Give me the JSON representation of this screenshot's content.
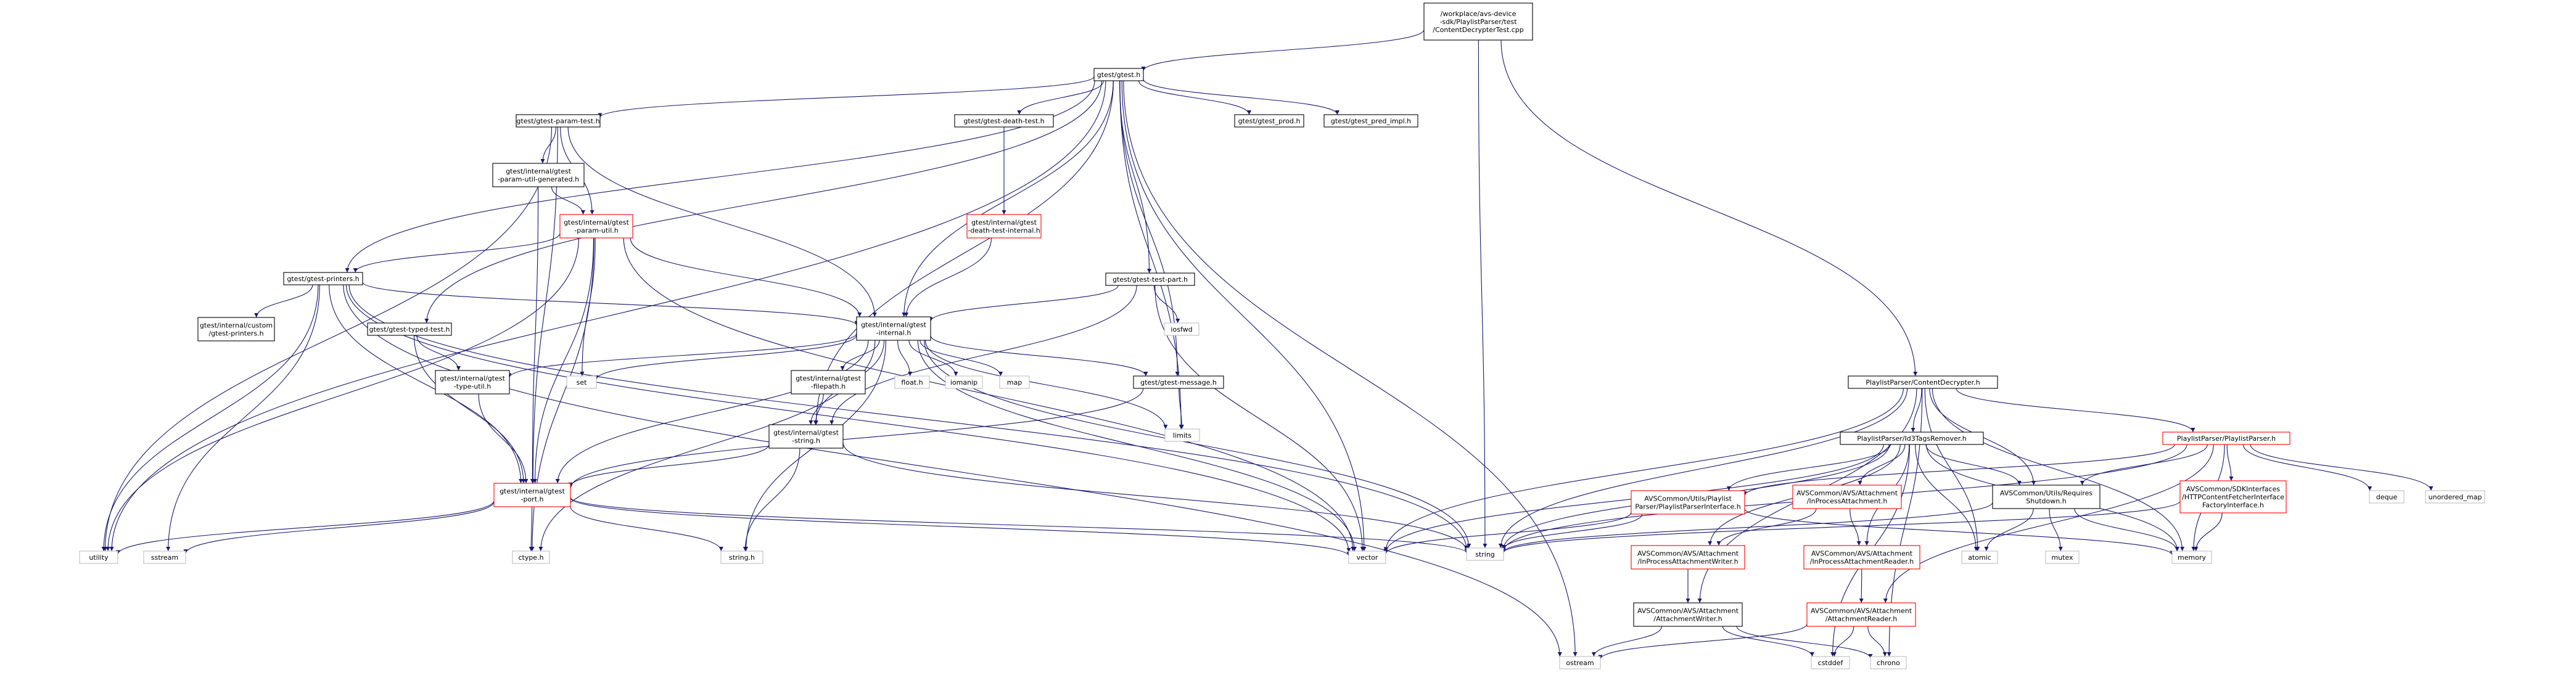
{
  "colors": {
    "edge": "#191970",
    "border_normal": "#000000",
    "border_truncated": "#ff0000",
    "border_external": "#bfbfbf",
    "fill_root": "#bfbfbf",
    "fill_default": "#ffffff"
  },
  "nodes": [
    {
      "id": "root",
      "kind": "root",
      "lines": [
        "/workplace/avs-device",
        "-sdk/PlaylistParser/test",
        "/ContentDecrypterTest.cpp"
      ]
    },
    {
      "id": "gtest",
      "kind": "normal",
      "lines": [
        "gtest/gtest.h"
      ]
    },
    {
      "id": "paramtest",
      "kind": "normal",
      "lines": [
        "gtest/gtest-param-test.h"
      ]
    },
    {
      "id": "deathtest",
      "kind": "normal",
      "lines": [
        "gtest/gtest-death-test.h"
      ]
    },
    {
      "id": "prod",
      "kind": "normal",
      "lines": [
        "gtest/gtest_prod.h"
      ]
    },
    {
      "id": "predimpl",
      "kind": "normal",
      "lines": [
        "gtest/gtest_pred_impl.h"
      ]
    },
    {
      "id": "paramutilgen",
      "kind": "normal",
      "lines": [
        "gtest/internal/gtest",
        "-param-util-generated.h"
      ]
    },
    {
      "id": "paramutil",
      "kind": "truncated",
      "lines": [
        "gtest/internal/gtest",
        "-param-util.h"
      ]
    },
    {
      "id": "deathinternal",
      "kind": "truncated",
      "lines": [
        "gtest/internal/gtest",
        "-death-test-internal.h"
      ]
    },
    {
      "id": "testpart",
      "kind": "normal",
      "lines": [
        "gtest/gtest-test-part.h"
      ]
    },
    {
      "id": "iosfwd",
      "kind": "external",
      "lines": [
        "iosfwd"
      ]
    },
    {
      "id": "printers",
      "kind": "normal",
      "lines": [
        "gtest/gtest-printers.h"
      ]
    },
    {
      "id": "customprinters",
      "kind": "normal",
      "lines": [
        "gtest/internal/custom",
        "/gtest-printers.h"
      ]
    },
    {
      "id": "typedtest",
      "kind": "normal",
      "lines": [
        "gtest/gtest-typed-test.h"
      ]
    },
    {
      "id": "internal",
      "kind": "normal",
      "lines": [
        "gtest/internal/gtest",
        "-internal.h"
      ]
    },
    {
      "id": "set",
      "kind": "external",
      "lines": [
        "set"
      ]
    },
    {
      "id": "typeutil",
      "kind": "normal",
      "lines": [
        "gtest/internal/gtest",
        "-type-util.h"
      ]
    },
    {
      "id": "filepath",
      "kind": "normal",
      "lines": [
        "gtest/internal/gtest",
        "-filepath.h"
      ]
    },
    {
      "id": "floath",
      "kind": "external",
      "lines": [
        "float.h"
      ]
    },
    {
      "id": "iomanip",
      "kind": "external",
      "lines": [
        "iomanip"
      ]
    },
    {
      "id": "map",
      "kind": "external",
      "lines": [
        "map"
      ]
    },
    {
      "id": "message",
      "kind": "normal",
      "lines": [
        "gtest/gtest-message.h"
      ]
    },
    {
      "id": "limits",
      "kind": "external",
      "lines": [
        "limits"
      ]
    },
    {
      "id": "gstring",
      "kind": "normal",
      "lines": [
        "gtest/internal/gtest",
        "-string.h"
      ]
    },
    {
      "id": "port",
      "kind": "truncated",
      "lines": [
        "gtest/internal/gtest",
        "-port.h"
      ]
    },
    {
      "id": "utility",
      "kind": "external",
      "lines": [
        "utility"
      ]
    },
    {
      "id": "sstream",
      "kind": "external",
      "lines": [
        "sstream"
      ]
    },
    {
      "id": "ctype",
      "kind": "external",
      "lines": [
        "ctype.h"
      ]
    },
    {
      "id": "stringh",
      "kind": "external",
      "lines": [
        "string.h"
      ]
    },
    {
      "id": "vector",
      "kind": "external",
      "lines": [
        "vector"
      ]
    },
    {
      "id": "string",
      "kind": "external",
      "lines": [
        "string"
      ]
    },
    {
      "id": "ostream",
      "kind": "external",
      "lines": [
        "ostream"
      ]
    },
    {
      "id": "decrypter",
      "kind": "normal",
      "lines": [
        "PlaylistParser/ContentDecrypter.h"
      ]
    },
    {
      "id": "id3",
      "kind": "normal",
      "lines": [
        "PlaylistParser/Id3TagsRemover.h"
      ]
    },
    {
      "id": "playlistparser",
      "kind": "truncated",
      "lines": [
        "PlaylistParser/PlaylistParser.h"
      ]
    },
    {
      "id": "ppinterface",
      "kind": "truncated",
      "lines": [
        "AVSCommon/Utils/Playlist",
        "Parser/PlaylistParserInterface.h"
      ]
    },
    {
      "id": "inprocatt",
      "kind": "truncated",
      "lines": [
        "AVSCommon/AVS/Attachment",
        "/InProcessAttachment.h"
      ]
    },
    {
      "id": "reqshutdown",
      "kind": "normal",
      "lines": [
        "AVSCommon/Utils/Requires",
        "Shutdown.h"
      ]
    },
    {
      "id": "httpfetcher",
      "kind": "truncated",
      "lines": [
        "AVSCommon/SDKInterfaces",
        "/HTTPContentFetcherInterface",
        "FactoryInterface.h"
      ]
    },
    {
      "id": "deque",
      "kind": "external",
      "lines": [
        "deque"
      ]
    },
    {
      "id": "unorderedmap",
      "kind": "external",
      "lines": [
        "unordered_map"
      ]
    },
    {
      "id": "inprocwriter",
      "kind": "truncated",
      "lines": [
        "AVSCommon/AVS/Attachment",
        "/InProcessAttachmentWriter.h"
      ]
    },
    {
      "id": "inprocreader",
      "kind": "truncated",
      "lines": [
        "AVSCommon/AVS/Attachment",
        "/InProcessAttachmentReader.h"
      ]
    },
    {
      "id": "atomic",
      "kind": "external",
      "lines": [
        "atomic"
      ]
    },
    {
      "id": "mutex",
      "kind": "external",
      "lines": [
        "mutex"
      ]
    },
    {
      "id": "memory",
      "kind": "external",
      "lines": [
        "memory"
      ]
    },
    {
      "id": "attwriter",
      "kind": "normal",
      "lines": [
        "AVSCommon/AVS/Attachment",
        "/AttachmentWriter.h"
      ]
    },
    {
      "id": "attreader",
      "kind": "truncated",
      "lines": [
        "AVSCommon/AVS/Attachment",
        "/AttachmentReader.h"
      ]
    },
    {
      "id": "cstddef",
      "kind": "external",
      "lines": [
        "cstddef"
      ]
    },
    {
      "id": "chrono",
      "kind": "external",
      "lines": [
        "chrono"
      ]
    }
  ],
  "edges": [
    [
      "root",
      "gtest"
    ],
    [
      "root",
      "string"
    ],
    [
      "root",
      "decrypter"
    ],
    [
      "gtest",
      "paramtest"
    ],
    [
      "gtest",
      "deathtest"
    ],
    [
      "gtest",
      "prod"
    ],
    [
      "gtest",
      "predimpl"
    ],
    [
      "gtest",
      "printers"
    ],
    [
      "gtest",
      "typedtest"
    ],
    [
      "gtest",
      "internal"
    ],
    [
      "gtest",
      "gstring"
    ],
    [
      "gtest",
      "message"
    ],
    [
      "gtest",
      "testpart"
    ],
    [
      "gtest",
      "limits"
    ],
    [
      "gtest",
      "utility"
    ],
    [
      "gtest",
      "vector"
    ],
    [
      "gtest",
      "ostream"
    ],
    [
      "paramtest",
      "paramutilgen"
    ],
    [
      "paramtest",
      "paramutil"
    ],
    [
      "paramtest",
      "internal"
    ],
    [
      "paramtest",
      "port"
    ],
    [
      "paramtest",
      "utility"
    ],
    [
      "paramutilgen",
      "paramutil"
    ],
    [
      "paramutilgen",
      "port"
    ],
    [
      "paramutil",
      "printers"
    ],
    [
      "paramutil",
      "internal"
    ],
    [
      "paramutil",
      "port"
    ],
    [
      "paramutil",
      "set"
    ],
    [
      "paramutil",
      "ctype"
    ],
    [
      "paramutil",
      "utility"
    ],
    [
      "paramutil",
      "vector"
    ],
    [
      "deathtest",
      "deathinternal"
    ],
    [
      "deathinternal",
      "internal"
    ],
    [
      "testpart",
      "iosfwd"
    ],
    [
      "testpart",
      "internal"
    ],
    [
      "testpart",
      "gstring"
    ],
    [
      "testpart",
      "vector"
    ],
    [
      "printers",
      "customprinters"
    ],
    [
      "printers",
      "internal"
    ],
    [
      "printers",
      "port"
    ],
    [
      "printers",
      "utility"
    ],
    [
      "printers",
      "sstream"
    ],
    [
      "printers",
      "ostream"
    ],
    [
      "printers",
      "string"
    ],
    [
      "printers",
      "vector"
    ],
    [
      "typedtest",
      "typeutil"
    ],
    [
      "typedtest",
      "port"
    ],
    [
      "internal",
      "set"
    ],
    [
      "internal",
      "typeutil"
    ],
    [
      "internal",
      "filepath"
    ],
    [
      "internal",
      "floath"
    ],
    [
      "internal",
      "iomanip"
    ],
    [
      "internal",
      "map"
    ],
    [
      "internal",
      "message"
    ],
    [
      "internal",
      "limits"
    ],
    [
      "internal",
      "gstring"
    ],
    [
      "internal",
      "port"
    ],
    [
      "internal",
      "ctype"
    ],
    [
      "internal",
      "stringh"
    ],
    [
      "internal",
      "vector"
    ],
    [
      "internal",
      "string"
    ],
    [
      "typeutil",
      "port"
    ],
    [
      "filepath",
      "gstring"
    ],
    [
      "message",
      "limits"
    ],
    [
      "message",
      "port"
    ],
    [
      "gstring",
      "port"
    ],
    [
      "gstring",
      "stringh"
    ],
    [
      "gstring",
      "string"
    ],
    [
      "port",
      "utility"
    ],
    [
      "port",
      "sstream"
    ],
    [
      "port",
      "ctype"
    ],
    [
      "port",
      "stringh"
    ],
    [
      "port",
      "vector"
    ],
    [
      "port",
      "string"
    ],
    [
      "decrypter",
      "id3"
    ],
    [
      "decrypter",
      "playlistparser"
    ],
    [
      "decrypter",
      "reqshutdown"
    ],
    [
      "decrypter",
      "attwriter"
    ],
    [
      "decrypter",
      "atomic"
    ],
    [
      "decrypter",
      "string"
    ],
    [
      "decrypter",
      "vector"
    ],
    [
      "decrypter",
      "memory"
    ],
    [
      "decrypter",
      "chrono"
    ],
    [
      "id3",
      "ppinterface"
    ],
    [
      "id3",
      "inprocatt"
    ],
    [
      "id3",
      "reqshutdown"
    ],
    [
      "id3",
      "inprocwriter"
    ],
    [
      "id3",
      "inprocreader"
    ],
    [
      "id3",
      "atomic"
    ],
    [
      "id3",
      "memory"
    ],
    [
      "id3",
      "string"
    ],
    [
      "id3",
      "vector"
    ],
    [
      "id3",
      "cstddef"
    ],
    [
      "playlistparser",
      "ppinterface"
    ],
    [
      "playlistparser",
      "httpfetcher"
    ],
    [
      "playlistparser",
      "reqshutdown"
    ],
    [
      "playlistparser",
      "attreader"
    ],
    [
      "playlistparser",
      "deque"
    ],
    [
      "playlistparser",
      "unorderedmap"
    ],
    [
      "playlistparser",
      "memory"
    ],
    [
      "playlistparser",
      "string"
    ],
    [
      "ppinterface",
      "string"
    ],
    [
      "ppinterface",
      "vector"
    ],
    [
      "ppinterface",
      "memory"
    ],
    [
      "inprocatt",
      "inprocwriter"
    ],
    [
      "inprocatt",
      "inprocreader"
    ],
    [
      "reqshutdown",
      "atomic"
    ],
    [
      "reqshutdown",
      "mutex"
    ],
    [
      "reqshutdown",
      "string"
    ],
    [
      "reqshutdown",
      "memory"
    ],
    [
      "httpfetcher",
      "string"
    ],
    [
      "httpfetcher",
      "memory"
    ],
    [
      "inprocwriter",
      "attwriter"
    ],
    [
      "inprocreader",
      "attreader"
    ],
    [
      "attwriter",
      "ostream"
    ],
    [
      "attwriter",
      "cstddef"
    ],
    [
      "attwriter",
      "chrono"
    ],
    [
      "attreader",
      "ostream"
    ],
    [
      "attreader",
      "cstddef"
    ],
    [
      "attreader",
      "chrono"
    ]
  ]
}
